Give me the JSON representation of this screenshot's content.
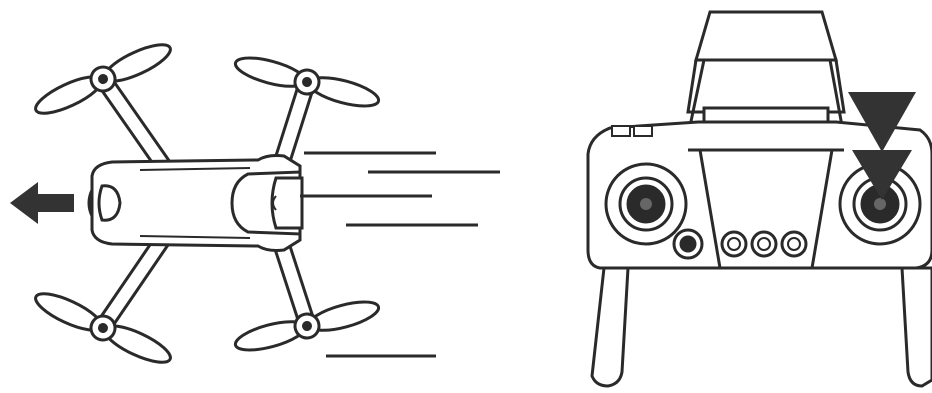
{
  "figure": {
    "panels": [
      {
        "id": "drone",
        "motion": "forward"
      },
      {
        "id": "remote-controller",
        "action": "push-right-stick-down"
      }
    ],
    "icons": [
      "left-arrow-icon",
      "down-arrow-icon",
      "joystick-icon",
      "propeller-icon"
    ],
    "colors": {
      "ink": "#2a2a2a",
      "fill": "#ffffff",
      "arrow": "#333333"
    }
  }
}
